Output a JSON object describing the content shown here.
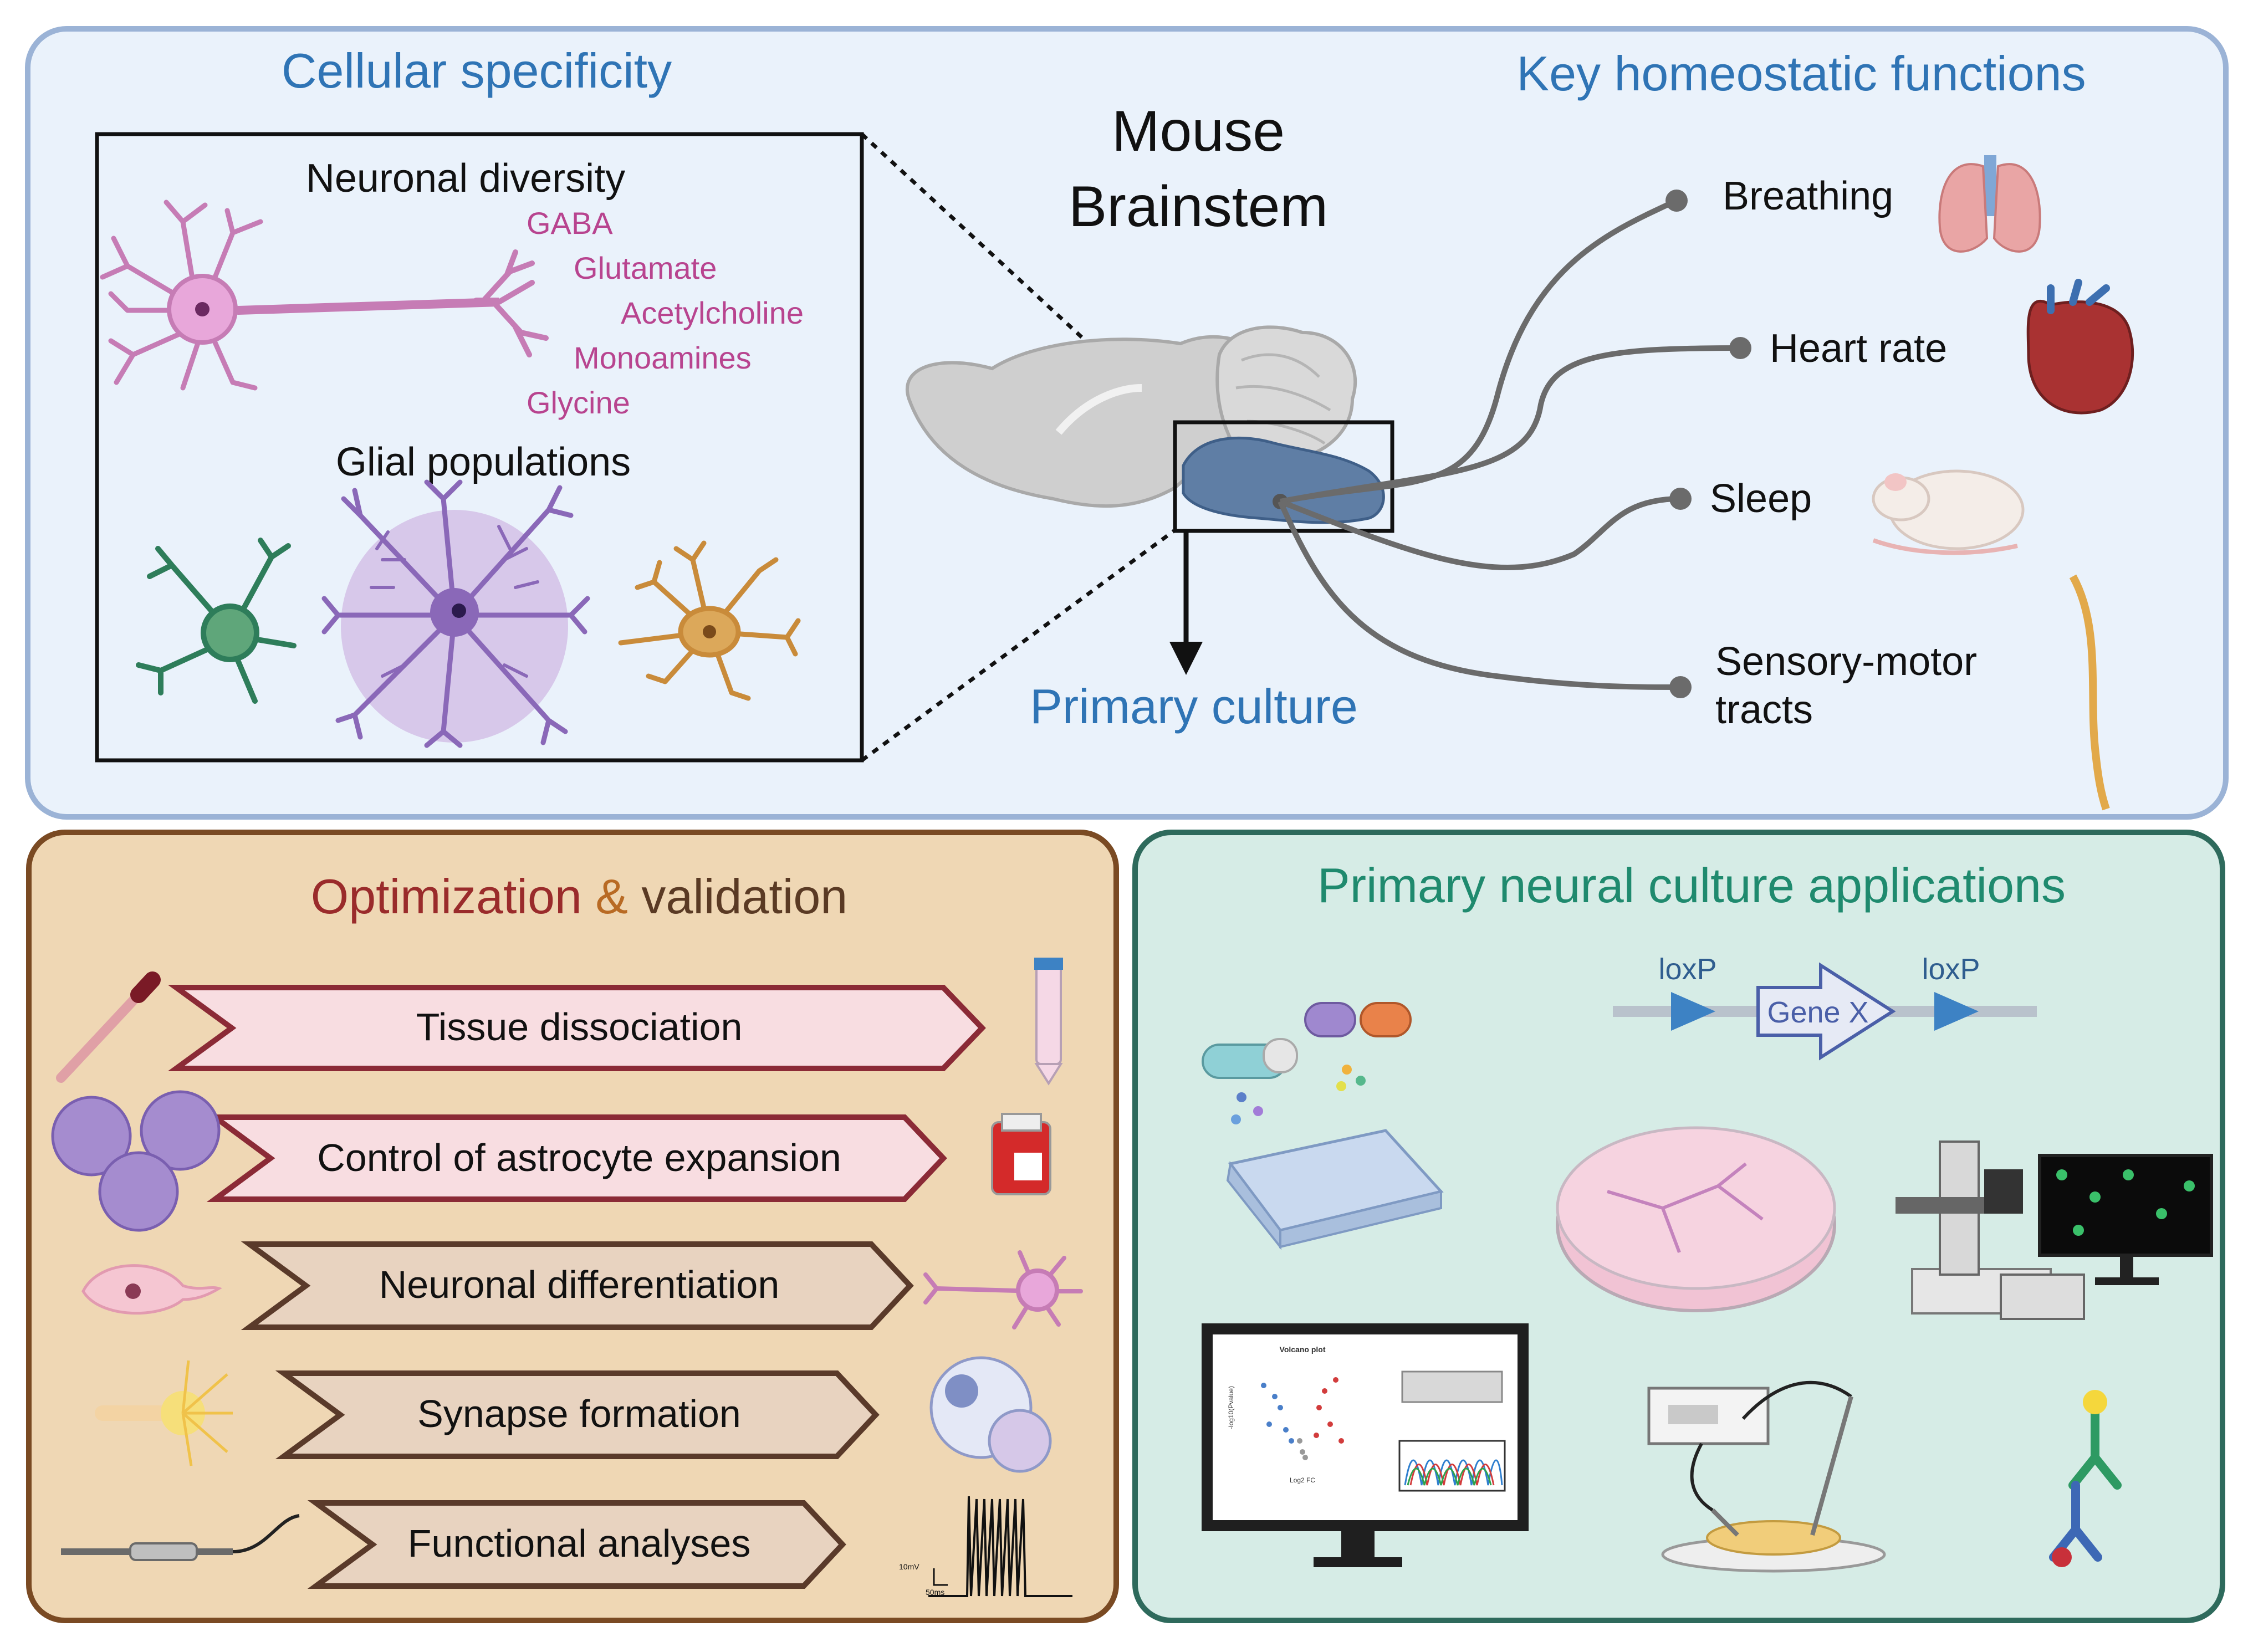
{
  "top_panel": {
    "left_title": "Cellular specificity",
    "right_title": "Key homeostatic functions",
    "center_title_line1": "Mouse",
    "center_title_line2": "Brainstem",
    "primary_culture_label": "Primary culture",
    "neuronal_diversity_title": "Neuronal diversity",
    "neurotransmitters": [
      "GABA",
      "Glutamate",
      "Acetylcholine",
      "Monoamines",
      "Glycine"
    ],
    "glial_title": "Glial populations",
    "functions": [
      {
        "label": "Breathing"
      },
      {
        "label": "Heart rate"
      },
      {
        "label": "Sleep"
      },
      {
        "label": "Sensory-motor",
        "label2": "tracts"
      }
    ]
  },
  "bottom_left": {
    "title_a": "Optimization",
    "title_amp": " & ",
    "title_b": "validation",
    "steps": [
      "Tissue dissociation",
      "Control of astrocyte expansion",
      "Neuronal differentiation",
      "Synapse formation",
      "Functional analyses"
    ],
    "trace_scale_v": "10mV",
    "trace_scale_t": "50ms"
  },
  "bottom_right": {
    "title": "Primary neural culture applications",
    "loxp_left": "loxP",
    "loxp_right": "loxP",
    "gene_label": "Gene X",
    "volcano_title": "Volcano plot",
    "volcano_xlabel": "Log2 FC",
    "volcano_ylabel": "-log10(Pvalue)"
  },
  "colors": {
    "top_bg": "#eaf2fb",
    "top_border": "#9bb3d6",
    "title_blue": "#2f74b5",
    "neurotransmitter_pink": "#b8448f",
    "bl_bg": "#efd7b4",
    "bl_border": "#7a4a23",
    "bl_title_red": "#9a2b2b",
    "bl_title_brown": "#7a4a23",
    "br_bg": "#d6ece6",
    "br_border": "#2e6a5c",
    "br_title_green": "#1f8a6e",
    "arrow_pink_fill": "#f8dde1",
    "arrow_pink_stroke": "#8b2a36",
    "arrow_tan_fill": "#e8d3c0",
    "arrow_tan_stroke": "#5a3a2a",
    "brainstem_blue": "#5f7ea5"
  }
}
